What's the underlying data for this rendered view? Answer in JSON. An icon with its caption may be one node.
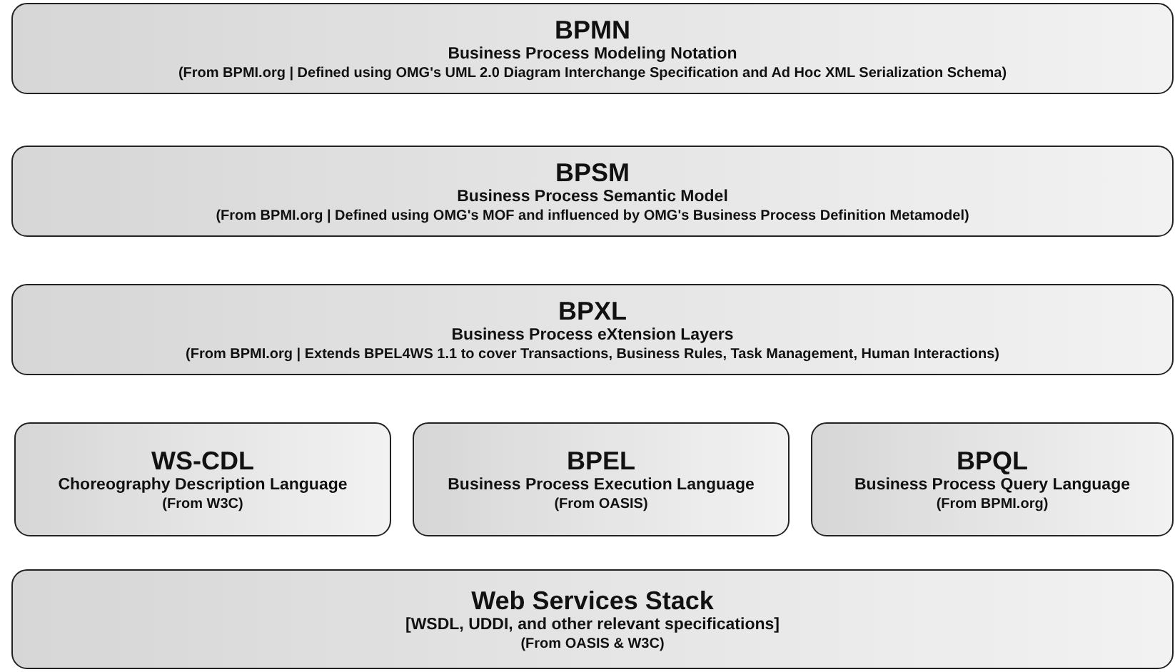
{
  "diagram": {
    "nodes": [
      {
        "text": [
          "BPMN",
          "Business Process Modeling Notation",
          "(From BPMI.org | Defined using OMG's UML 2.0 Diagram Interchange Specification and Ad Hoc XML Serialization Schema)"
        ]
      },
      {
        "text": [
          "BPSM",
          "Business Process Semantic Model",
          "(From BPMI.org | Defined using OMG's MOF and influenced by OMG's Business Process Definition Metamodel)"
        ]
      },
      {
        "text": [
          "BPXL",
          "Business Process eXtension Layers",
          "(From BPMI.org | Extends BPEL4WS 1.1 to cover Transactions, Business Rules, Task Management, Human Interactions)"
        ]
      },
      {
        "text": [
          "WS-CDL",
          "Choreography Description Language",
          "(From W3C)"
        ]
      },
      {
        "text": [
          "BPEL",
          "Business Process Execution Language",
          "(From OASIS)"
        ]
      },
      {
        "text": [
          "BPQL",
          "Business Process Query Language",
          "(From BPMI.org)"
        ]
      },
      {
        "text": [
          "Web Services Stack",
          "[WSDL, UDDI, and other relevant specifications]",
          "(From OASIS & W3C)"
        ]
      }
    ]
  }
}
